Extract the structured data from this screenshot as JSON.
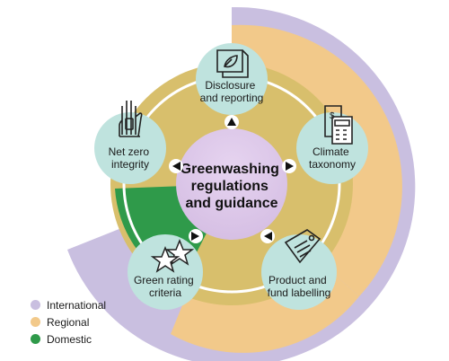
{
  "center": {
    "lines": [
      "Greenwashing",
      "regulations",
      "and guidance"
    ]
  },
  "nodes": [
    {
      "id": "disclosure",
      "lines": [
        "Disclosure",
        "and reporting"
      ],
      "icon": "document-leaf-icon"
    },
    {
      "id": "taxonomy",
      "lines": [
        "Climate",
        "taxonomy"
      ],
      "icon": "calculator-icon"
    },
    {
      "id": "labelling",
      "lines": [
        "Product and",
        "fund labelling"
      ],
      "icon": "tag-icon"
    },
    {
      "id": "rating",
      "lines": [
        "Green rating",
        "criteria"
      ],
      "icon": "stars-icon"
    },
    {
      "id": "netzero",
      "lines": [
        "Net zero",
        "integrity"
      ],
      "icon": "raised-hand-icon"
    }
  ],
  "legend": [
    {
      "label": "International",
      "color": "#c9bfe0"
    },
    {
      "label": "Regional",
      "color": "#f2c98a"
    },
    {
      "label": "Domestic",
      "color": "#2f9a4a"
    }
  ],
  "colors": {
    "international": "#c9bfe0",
    "regional": "#f2c98a",
    "regional_inner": "#d8bf6c",
    "domestic": "#2f9a4a",
    "node_fill": "#bfe3de",
    "center_fill": "#dcc9ea",
    "ring": "#ffffff",
    "arrow": "#111111"
  }
}
